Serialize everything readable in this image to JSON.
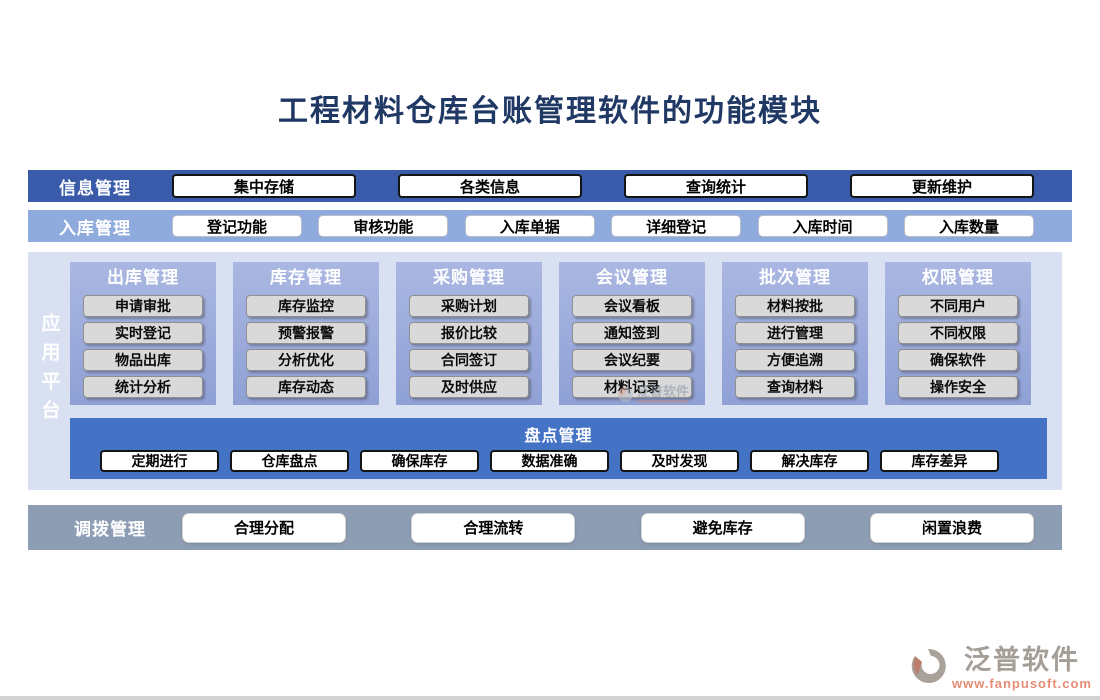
{
  "title": "工程材料仓库台账管理软件的功能模块",
  "rows": {
    "info": {
      "label": "信息管理",
      "buttons": [
        "集中存储",
        "各类信息",
        "查询统计",
        "更新维护"
      ]
    },
    "inbound": {
      "label": "入库管理",
      "buttons": [
        "登记功能",
        "审核功能",
        "入库单据",
        "详细登记",
        "入库时间",
        "入库数量"
      ]
    }
  },
  "platform_label": "应用平台",
  "columns": [
    {
      "title": "出库管理",
      "items": [
        "申请审批",
        "实时登记",
        "物品出库",
        "统计分析"
      ]
    },
    {
      "title": "库存管理",
      "items": [
        "库存监控",
        "预警报警",
        "分析优化",
        "库存动态"
      ]
    },
    {
      "title": "采购管理",
      "items": [
        "采购计划",
        "报价比较",
        "合同签订",
        "及时供应"
      ]
    },
    {
      "title": "会议管理",
      "items": [
        "会议看板",
        "通知签到",
        "会议纪要",
        "材料记录"
      ]
    },
    {
      "title": "批次管理",
      "items": [
        "材料按批",
        "进行管理",
        "方便追溯",
        "查询材料"
      ]
    },
    {
      "title": "权限管理",
      "items": [
        "不同用户",
        "不同权限",
        "确保软件",
        "操作安全"
      ]
    }
  ],
  "inventory": {
    "label": "盘点管理",
    "buttons": [
      "定期进行",
      "仓库盘点",
      "确保库存",
      "数据准确",
      "及时发现",
      "解决库存",
      "库存差异"
    ]
  },
  "transfer": {
    "label": "调拨管理",
    "buttons": [
      "合理分配",
      "合理流转",
      "避免库存",
      "闲置浪费"
    ]
  },
  "watermark": {
    "text": "泛普软件"
  },
  "logo": {
    "name": "泛普软件",
    "url": "www.fanpusoft.com"
  },
  "colors": {
    "title_navy": "#1f3864",
    "info_bar": "#3a5ba9",
    "inbound_bar": "#8faadc",
    "panel_bg": "#d9e0f2",
    "column_bg": "#9cabdb",
    "column_button": "#d9d9d9",
    "inventory_bar": "#4472c4",
    "transfer_bar": "#8d9db3",
    "logo_gray": "#a59e96",
    "logo_url_orange": "#e78d75"
  }
}
